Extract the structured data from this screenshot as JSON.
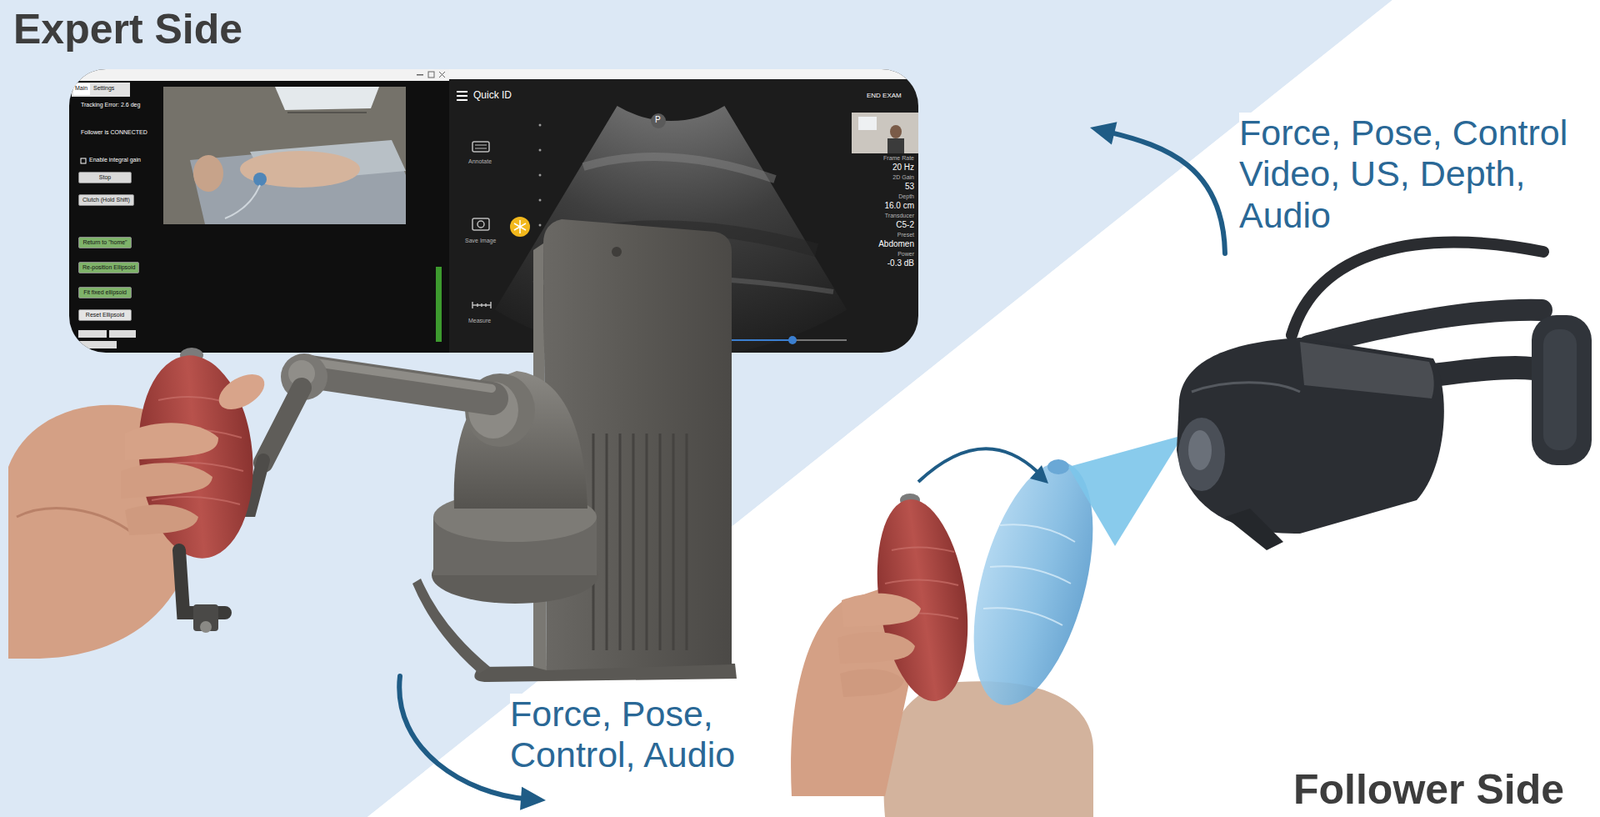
{
  "diagram": {
    "nodes": [
      {
        "text": [
          "Expert Side"
        ]
      },
      {
        "text": [
          "Follower Side"
        ]
      }
    ],
    "edges": [
      {
        "from": 0,
        "to": 1,
        "arrow": "to",
        "label": "Force, Pose, Control, Audio"
      },
      {
        "from": 1,
        "to": 0,
        "arrow": "to",
        "label": "Force, Pose, Control Video, US, Depth, Audio"
      }
    ],
    "labels": [
      "Main",
      "Settings",
      "Tracking Error: 2.6 deg",
      "Follower is CONNECTED",
      "Enable integral gain",
      "Stop",
      "Clutch (Hold Shift)",
      "Return to \"home\"",
      "Re-position Ellipsoid",
      "Fit fixed ellipsoid",
      "Reset Ellipsoid",
      "Quick ID",
      "END EXAM",
      "P",
      "Annotate",
      "Save Image",
      "Measure",
      "Frame Rate",
      "20 Hz",
      "2D Gain",
      "53",
      "Depth",
      "16.0 cm",
      "Transducer",
      "C5-2",
      "Preset",
      "Abdomen",
      "Power",
      "-0.3 dB"
    ]
  }
}
